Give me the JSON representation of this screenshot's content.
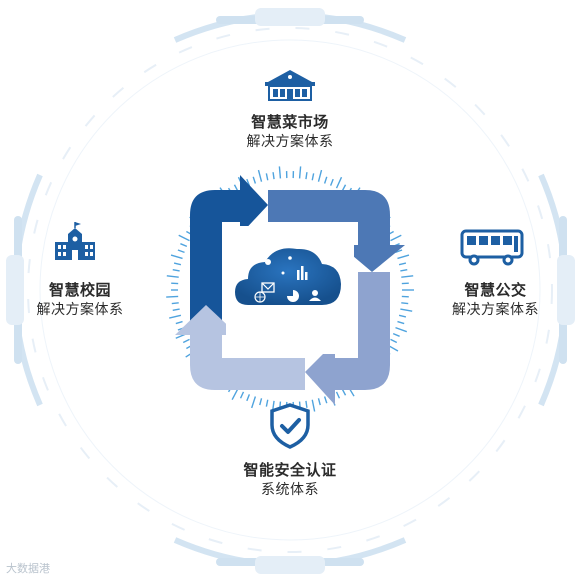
{
  "colors": {
    "primary": "#1d5fa3",
    "dark": "#15528f",
    "mid": "#8aa2cc",
    "light": "#b9c8e2",
    "ring": "#d6e6f3",
    "tick": "#4fa3de"
  },
  "nodes": {
    "top": {
      "title": "智慧菜市场",
      "sub": "解决方案体系",
      "icon": "market-building-icon"
    },
    "left": {
      "title": "智慧校园",
      "sub": "解决方案体系",
      "icon": "school-building-icon"
    },
    "right": {
      "title": "智慧公交",
      "sub": "解决方案体系",
      "icon": "bus-icon"
    },
    "bottom": {
      "title": "智能安全认证",
      "sub": "系统体系",
      "icon": "shield-check-icon"
    }
  },
  "center": {
    "icon": "cloud-services-icon"
  },
  "watermark": "大数据港"
}
